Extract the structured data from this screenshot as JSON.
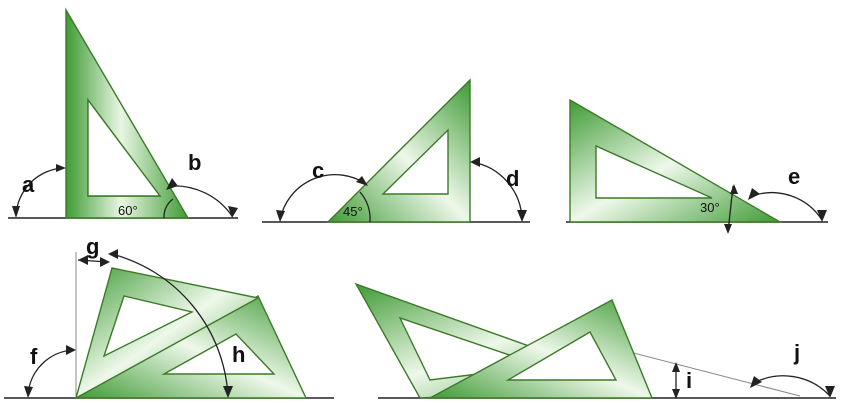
{
  "angle_labels": {
    "a": "a",
    "b": "b",
    "c": "c",
    "d": "d",
    "e": "e",
    "f": "f",
    "g": "g",
    "h": "h",
    "i": "i",
    "j": "j"
  },
  "degree_marks": {
    "sixty": "60°",
    "fortyfive": "45°",
    "thirty": "30°"
  },
  "colors": {
    "triangle_green": "#3f9b35",
    "triangle_light": "#e8f6e3",
    "outline": "#3c7a28"
  }
}
